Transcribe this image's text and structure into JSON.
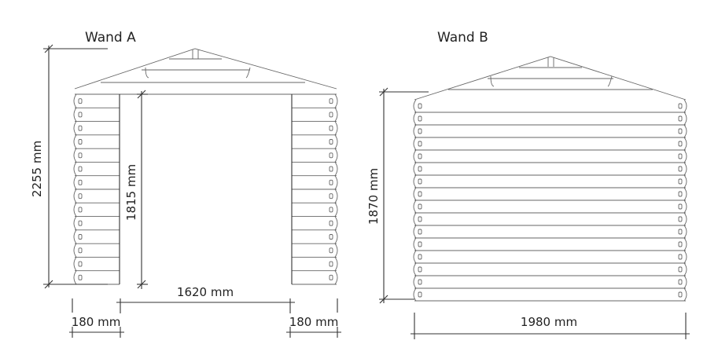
{
  "wand_a": {
    "title": "Wand A",
    "height_total": "2255 mm",
    "door_height": "1815 mm",
    "door_width": "1620 mm",
    "left_wall_width": "180 mm",
    "right_wall_width": "180 mm"
  },
  "wand_b": {
    "title": "Wand B",
    "wall_height": "1870 mm",
    "wall_width": "1980 mm"
  },
  "colors": {
    "line": "#333333",
    "background": "#ffffff"
  }
}
